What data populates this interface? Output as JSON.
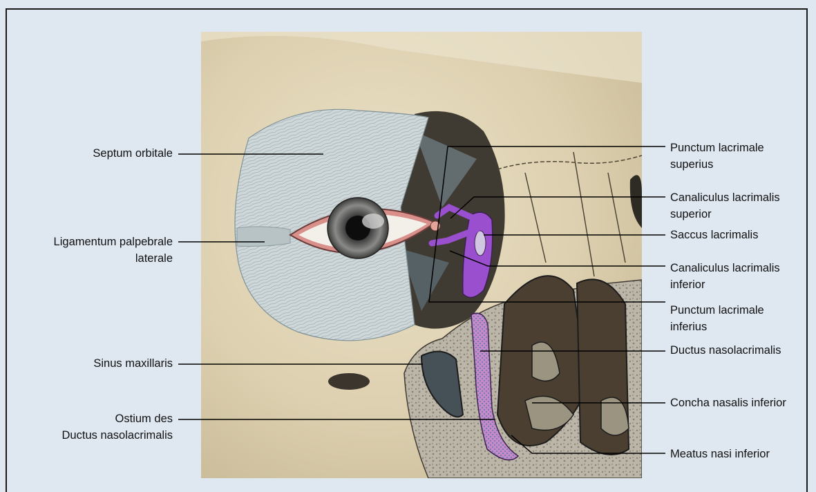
{
  "figure": {
    "labels_left": [
      {
        "id": "septum",
        "lines": [
          "Septum orbitale"
        ]
      },
      {
        "id": "ligamentum",
        "lines": [
          "Ligamentum palpebrale",
          "laterale"
        ]
      },
      {
        "id": "sinus",
        "lines": [
          "Sinus maxillaris"
        ]
      },
      {
        "id": "ostium",
        "lines": [
          "Ostium des",
          "Ductus nasolacrimalis"
        ]
      }
    ],
    "labels_right": [
      {
        "id": "punctum-sup",
        "lines": [
          "Punctum lacrimale",
          "superius"
        ]
      },
      {
        "id": "canaliculus-sup",
        "lines": [
          "Canaliculus lacrimalis",
          "superior"
        ]
      },
      {
        "id": "saccus",
        "lines": [
          "Saccus lacrimalis"
        ]
      },
      {
        "id": "canaliculus-inf",
        "lines": [
          "Canaliculus lacrimalis",
          "inferior"
        ]
      },
      {
        "id": "punctum-inf",
        "lines": [
          "Punctum lacrimale",
          "inferius"
        ]
      },
      {
        "id": "ductus",
        "lines": [
          "Ductus nasolacrimalis"
        ]
      },
      {
        "id": "concha",
        "lines": [
          "Concha nasalis inferior"
        ]
      },
      {
        "id": "meatus",
        "lines": [
          "Meatus nasi inferior"
        ]
      }
    ]
  }
}
